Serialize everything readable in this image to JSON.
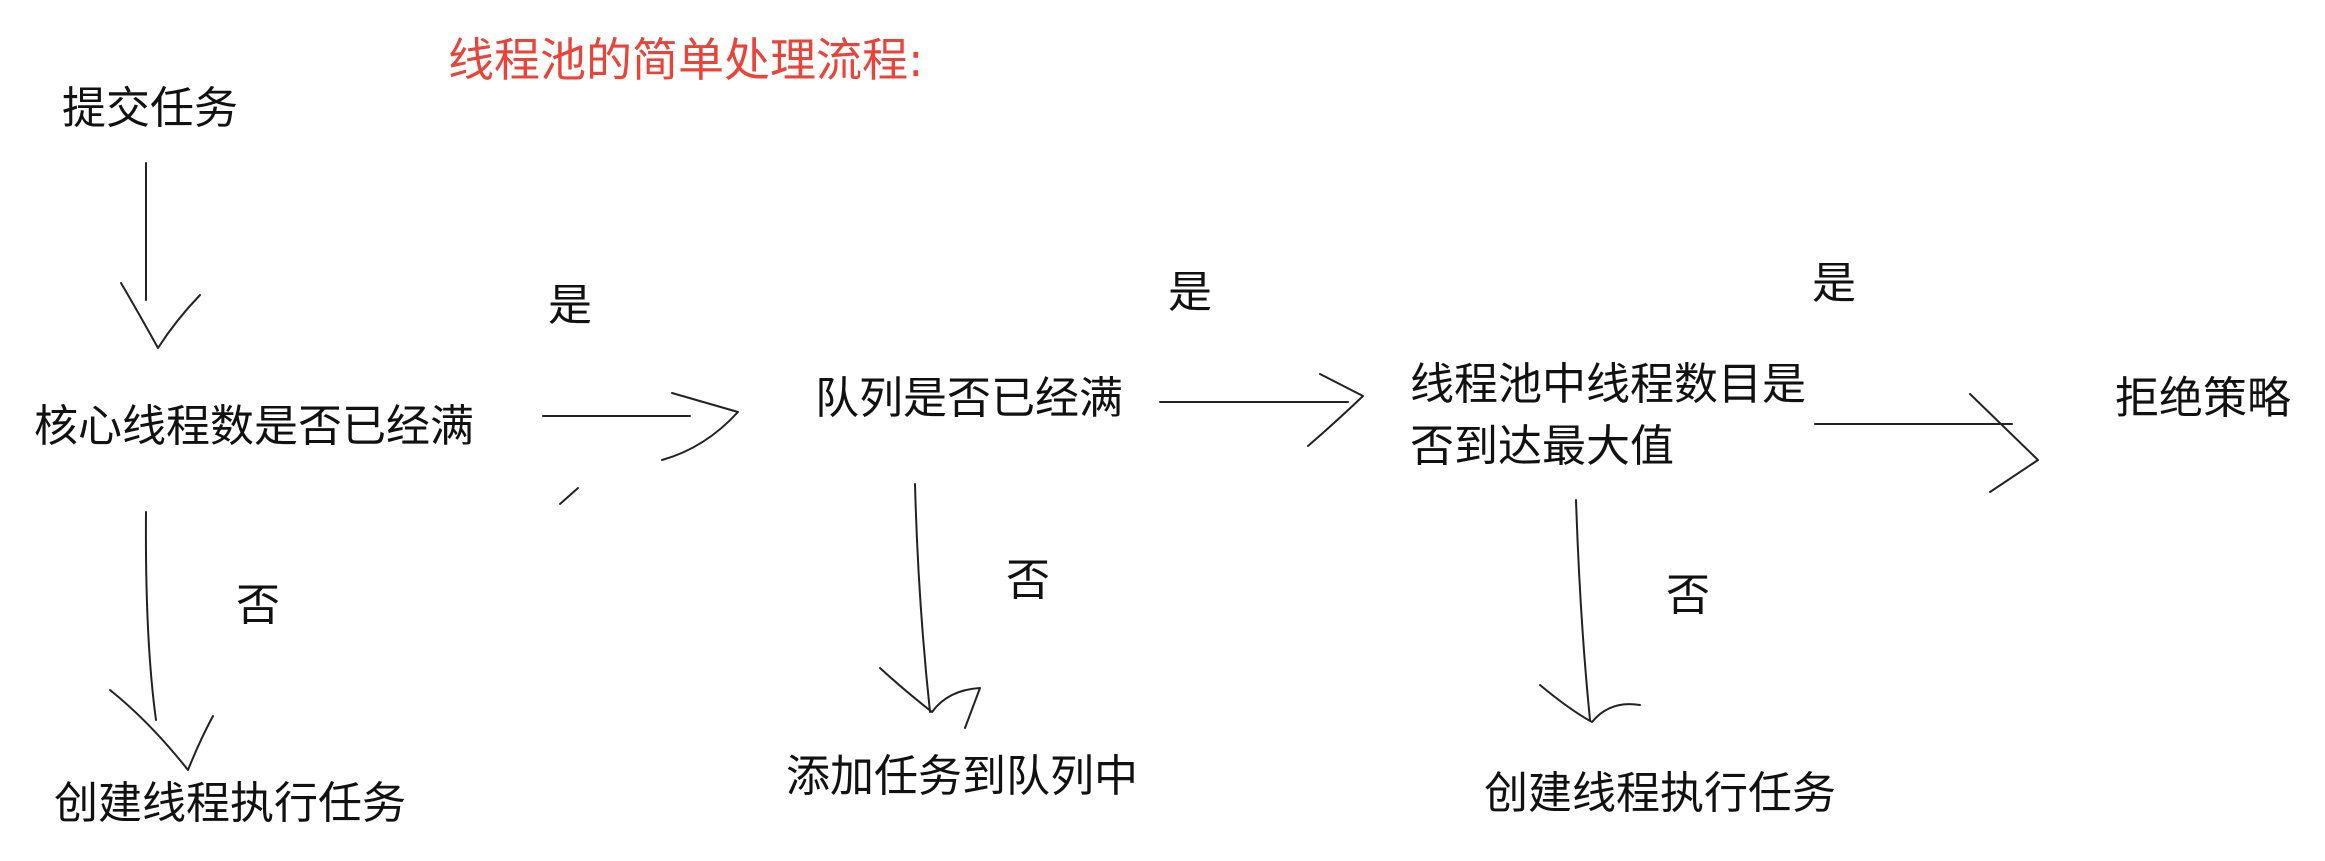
{
  "title": {
    "text": "线程池的简单处理流程:",
    "color": "#e8443a"
  },
  "nodes": {
    "submit": "提交任务",
    "core_full": "核心线程数是否已经满",
    "queue_full": "队列是否已经满",
    "max_line1": "线程池中线程数目是",
    "max_line2": "否到达最大值",
    "reject": "拒绝策略",
    "create_thread_1": "创建线程执行任务",
    "add_to_queue": "添加任务到队列中",
    "create_thread_2": "创建线程执行任务"
  },
  "edge_labels": {
    "yes_1": "是",
    "yes_2": "是",
    "yes_3": "是",
    "no_1": "否",
    "no_2": "否",
    "no_3": "否"
  },
  "colors": {
    "ink": "#111111",
    "stroke": "#222222",
    "background": "#ffffff"
  }
}
